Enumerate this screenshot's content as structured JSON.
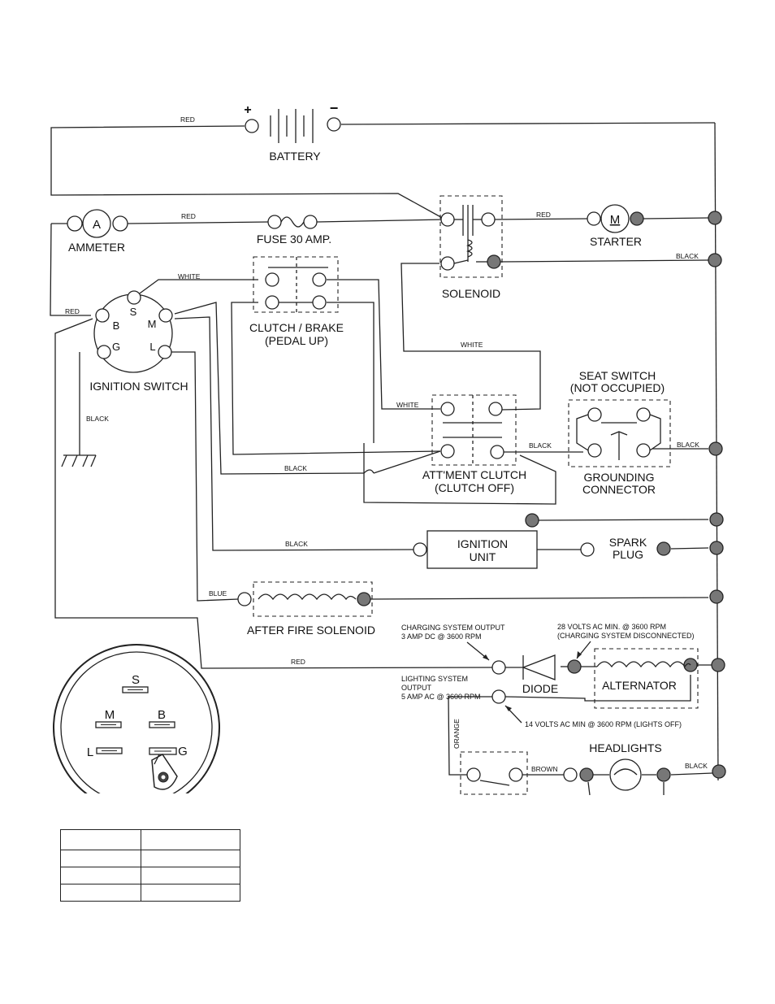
{
  "diagram": {
    "components": {
      "battery": "BATTERY",
      "ammeter": "AMMETER",
      "ammeter_symbol": "A",
      "fuse": "FUSE 30 AMP.",
      "solenoid": "SOLENOID",
      "starter": "STARTER",
      "starter_symbol": "M",
      "clutch_brake_1": "CLUTCH / BRAKE",
      "clutch_brake_2": "(PEDAL UP)",
      "ignition_switch": "IGNITION SWITCH",
      "seat_switch_1": "SEAT SWITCH",
      "seat_switch_2": "(NOT OCCUPIED)",
      "attment_clutch_1": "ATT'MENT CLUTCH",
      "attment_clutch_2": "(CLUTCH OFF)",
      "grounding_1": "GROUNDING",
      "grounding_2": "CONNECTOR",
      "ignition_unit_1": "IGNITION",
      "ignition_unit_2": "UNIT",
      "spark_plug_1": "SPARK",
      "spark_plug_2": "PLUG",
      "after_fire": "AFTER FIRE SOLENOID",
      "diode": "DIODE",
      "alternator": "ALTERNATOR",
      "headlights": "HEADLIGHTS"
    },
    "wires": {
      "red": "RED",
      "white": "WHITE",
      "black": "BLACK",
      "blue": "BLUE",
      "brown": "BROWN",
      "orange": "ORANGE"
    },
    "notes": {
      "charging_1": "CHARGING SYSTEM OUTPUT",
      "charging_2": "3 AMP DC @ 3600 RPM",
      "volts28_1": "28 VOLTS AC MIN. @ 3600 RPM",
      "volts28_2": "(CHARGING SYSTEM DISCONNECTED)",
      "lighting_1": "LIGHTING SYSTEM",
      "lighting_2": "OUTPUT",
      "lighting_3": "5 AMP AC @ 3600 RPM",
      "volts14": "14 VOLTS AC MIN  @ 3600 RPM (LIGHTS OFF)"
    },
    "switch_terminals": {
      "s": "S",
      "b": "B",
      "m": "M",
      "g": "G",
      "l": "L"
    },
    "battery_symbols": {
      "plus": "+",
      "minus": "−"
    }
  }
}
